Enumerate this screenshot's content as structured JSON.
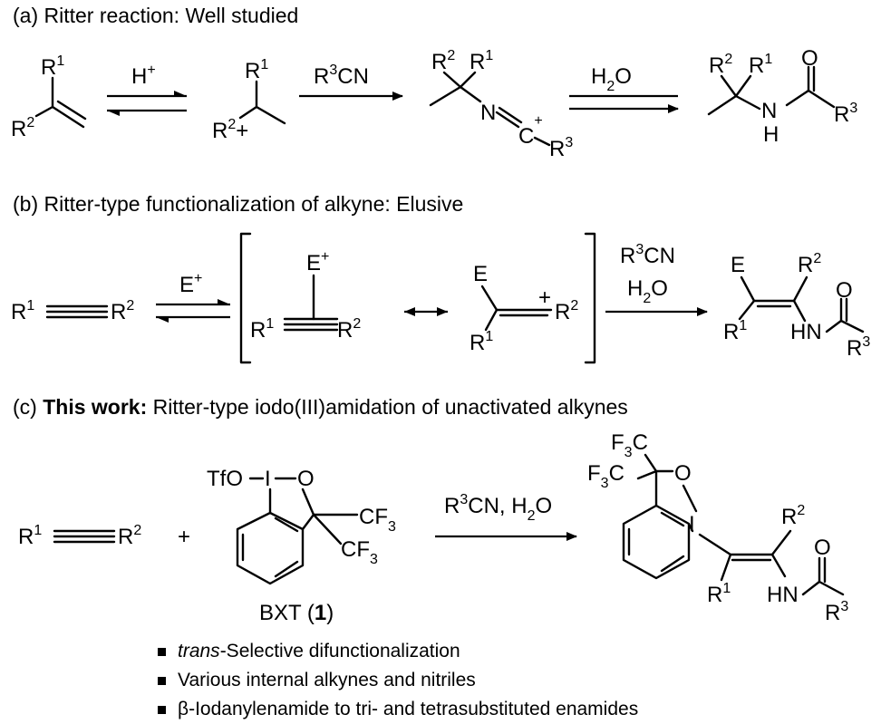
{
  "sections": {
    "a": {
      "title": "(a) Ritter reaction: Well studied"
    },
    "b": {
      "title": "(b) Ritter-type functionalization of alkyne: Elusive"
    },
    "c": {
      "prefix": "(c) ",
      "bold": "This work:",
      "rest": " Ritter-type iodo(III)amidation of unactivated alkynes"
    }
  },
  "labels": {
    "R": "R",
    "one": "1",
    "two": "2",
    "three": "3",
    "H": "H",
    "N": "N",
    "O": "O",
    "C": "C",
    "E": "E",
    "I": "I",
    "plus": "+",
    "HN": "HN",
    "TfO": "TfO",
    "CF": "CF",
    "F": "F",
    "HCN": "CN",
    "H2O_H": "H",
    "H2O_O": "O",
    "bxt_prefix": "BXT (",
    "bxt_num": "1",
    "bxt_suffix": ")",
    "reagent_c": "CN, H"
  },
  "bullets": [
    {
      "italic": "trans",
      "text": "-Selective difunctionalization"
    },
    {
      "italic": "",
      "text": "Various internal alkynes and nitriles"
    },
    {
      "italic": "",
      "text": "β-Iodanylenamide to tri- and tetrasubstituted enamides"
    }
  ]
}
